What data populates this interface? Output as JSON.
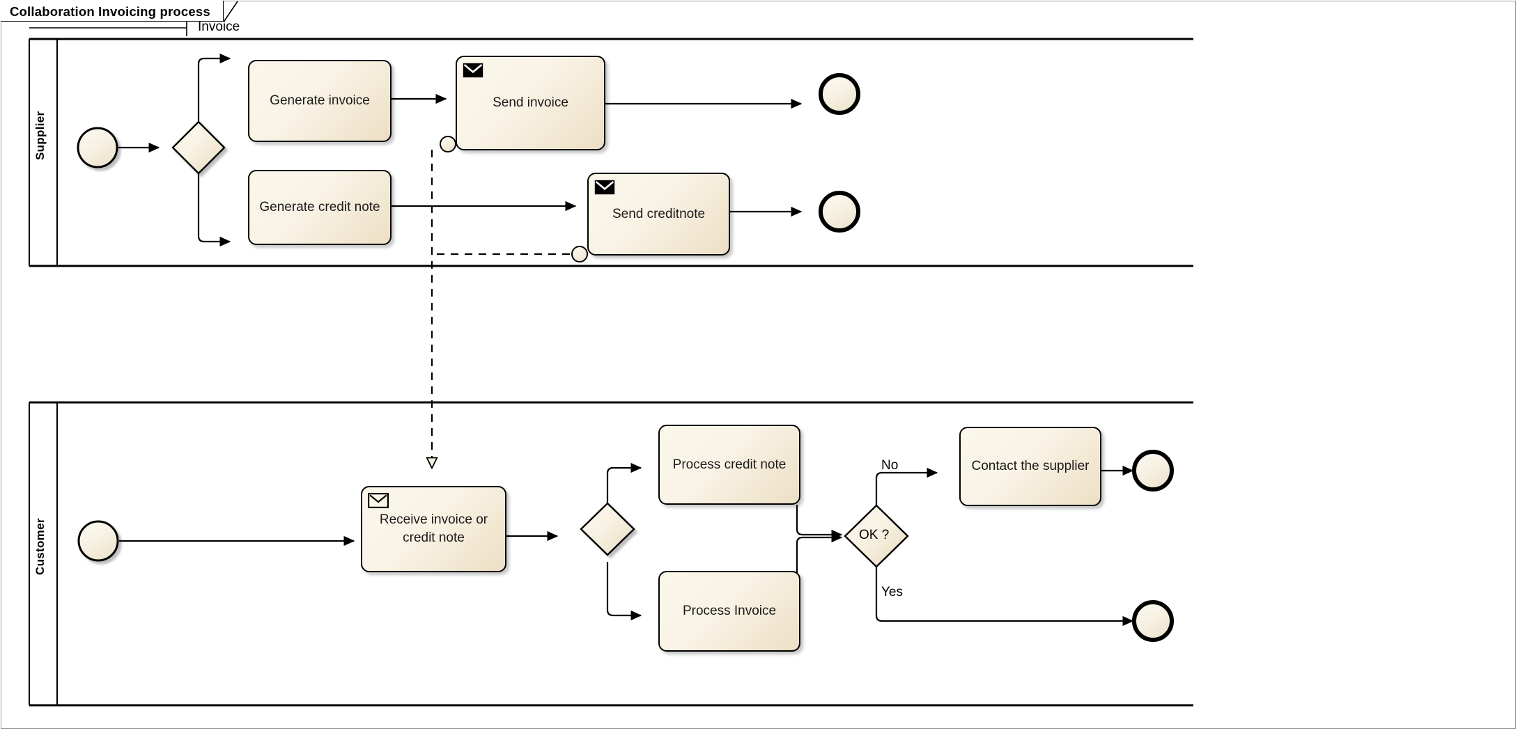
{
  "diagram": {
    "title": "Collaboration Invoicing process",
    "type": "bpmn-collaboration-diagram"
  },
  "pools": [
    {
      "id": "supplier",
      "label": "Supplier"
    },
    {
      "id": "customer",
      "label": "Customer"
    }
  ],
  "message_flows": [
    {
      "id": "mf-invoice",
      "label": "Invoice",
      "from": "Send invoice",
      "to": "Receive invoice or credit note",
      "style": "dashed"
    },
    {
      "id": "mf-creditnote",
      "label": "",
      "from": "Send creditnote",
      "to": "Receive invoice or credit note",
      "style": "dashed"
    }
  ],
  "supplier_nodes": {
    "start_event": {
      "name": "start-event",
      "label": ""
    },
    "gateway": {
      "name": "exclusive-gateway",
      "label": ""
    },
    "tasks": [
      {
        "id": "generate-invoice",
        "label": "Generate invoice",
        "icon": "none"
      },
      {
        "id": "send-invoice",
        "label": "Send invoice",
        "icon": "send-message-icon"
      },
      {
        "id": "generate-credit-note",
        "label": "Generate credit note",
        "icon": "none"
      },
      {
        "id": "send-creditnote",
        "label": "Send creditnote",
        "icon": "send-message-icon"
      }
    ],
    "end_events": [
      {
        "id": "end-invoice",
        "label": ""
      },
      {
        "id": "end-creditnote",
        "label": ""
      }
    ]
  },
  "customer_nodes": {
    "start_event": {
      "name": "start-event",
      "label": ""
    },
    "gateway_split": {
      "name": "exclusive-gateway-split",
      "label": ""
    },
    "gateway_decision": {
      "name": "exclusive-gateway-ok",
      "label": "OK ?"
    },
    "tasks": [
      {
        "id": "receive-invoice-or-credit-note",
        "label": "Receive invoice or\ncredit note",
        "icon": "receive-message-icon"
      },
      {
        "id": "process-credit-note",
        "label": "Process credit note",
        "icon": "none"
      },
      {
        "id": "process-invoice",
        "label": "Process Invoice",
        "icon": "none"
      },
      {
        "id": "contact-the-supplier",
        "label": "Contact the supplier",
        "icon": "none"
      }
    ],
    "sequence_flow_labels": [
      {
        "id": "flow-no",
        "label": "No"
      },
      {
        "id": "flow-yes",
        "label": "Yes"
      }
    ],
    "end_events": [
      {
        "id": "end-contact",
        "label": ""
      },
      {
        "id": "end-ok",
        "label": ""
      }
    ]
  },
  "colors": {
    "shape_fill_light": "#fbf6ea",
    "shape_fill_dark": "#ecdfc4",
    "stroke": "#000000",
    "frame_stroke": "#9a9a9a",
    "background": "#ffffff"
  }
}
